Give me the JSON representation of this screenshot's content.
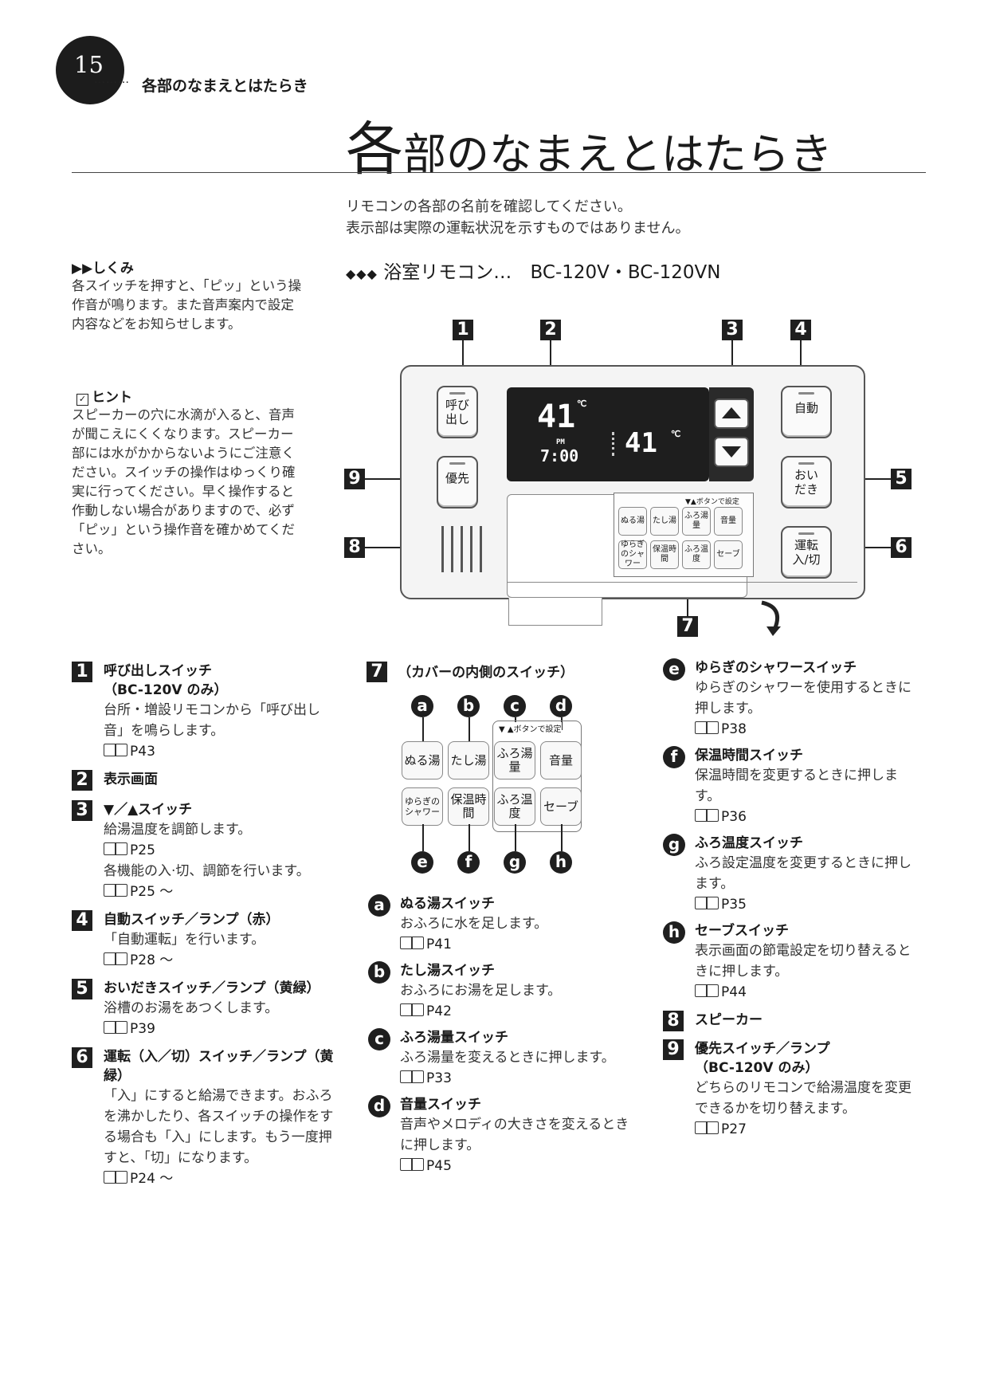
{
  "header": {
    "page_number": "15",
    "dots": "………",
    "section_name": "各部のなまえとはたらき",
    "title_first": "各",
    "title_rest": "部のなまえとはたらき",
    "intro_lines": [
      "リモコンの各部の名前を確認してください。",
      "表示部は実際の運転状況を示すものではありません。"
    ]
  },
  "side": {
    "mechanism_marker": "▶▶",
    "mechanism_title": "しくみ",
    "mechanism_body": "各スイッチを押すと、「ピッ」という操作音が鳴ります。また音声案内で設定内容などをお知らせします。",
    "hint_icon": "✓",
    "hint_title": "ヒント",
    "hint_body": "スピーカーの穴に水滴が入ると、音声が聞こえにくくなります。スピーカー部には水がかからないようにご注意ください。スイッチの操作はゆっくり確実に行ってください。早く操作すると作動しない場合がありますので、必ず「ピッ」という操作音を確かめてください。"
  },
  "model": {
    "diamonds": "◆◆◆",
    "label": "浴室リモコン…",
    "models": "BC-120V・BC-120VN"
  },
  "diagram": {
    "labels": [
      "1",
      "2",
      "3",
      "4",
      "5",
      "6",
      "7",
      "8",
      "9"
    ],
    "btn_yobidashi": "呼び出し",
    "btn_yusen": "優先",
    "btn_jido": "自動",
    "btn_oidaki": "おいだき",
    "btn_unten": "運転入/切",
    "display_temp_main": "41",
    "display_unit": "℃",
    "display_pm": "PM",
    "display_time": "7:00",
    "display_temp_sub": "41",
    "cover_note": "▼▲ボタンで設定",
    "mini_buttons": [
      "ぬる湯",
      "たし湯",
      "ふろ湯量",
      "音量",
      "ゆらぎのシャワー",
      "保温時間",
      "ふろ温度",
      "セーブ"
    ]
  },
  "cover_section": {
    "num": "7",
    "title": "（カバーの内側のスイッチ）",
    "letters": [
      "a",
      "b",
      "c",
      "d",
      "e",
      "f",
      "g",
      "h"
    ],
    "note": "▼ ▲ボタンで設定",
    "buttons": [
      "ぬる湯",
      "たし湯",
      "ふろ湯量",
      "音量",
      "ゆらぎのシャワー",
      "保温時間",
      "ふろ温度",
      "セーブ"
    ]
  },
  "items_left": [
    {
      "num": "1",
      "title": "呼び出しスイッチ\n（BC-120V のみ）",
      "desc": "台所・増設リモコンから「呼び出し音」を鳴らします。",
      "refs": [
        "P43"
      ]
    },
    {
      "num": "2",
      "title": "表示画面",
      "desc": "",
      "refs": []
    },
    {
      "num": "3",
      "title": "▼／▲スイッチ",
      "desc": "給湯温度を調節します。",
      "refs": [
        "P25"
      ],
      "desc2": "各機能の入·切、調節を行います。",
      "refs2": [
        "P25 ～"
      ]
    },
    {
      "num": "4",
      "title": "自動スイッチ／ランプ（赤）",
      "desc": "「自動運転」を行います。",
      "refs": [
        "P28 ～"
      ]
    },
    {
      "num": "5",
      "title": "おいだきスイッチ／ランプ（黄緑）",
      "desc": "浴槽のお湯をあつくします。",
      "refs": [
        "P39"
      ]
    },
    {
      "num": "6",
      "title": "運転（入／切）スイッチ／ランプ（黄緑）",
      "desc": "「入」にすると給湯できます。おふろを沸かしたり、各スイッチの操作をする場合も「入」にします。もう一度押すと、「切」になります。",
      "refs": [
        "P24 ～"
      ]
    }
  ],
  "items_mid": [
    {
      "letter": "a",
      "title": "ぬる湯スイッチ",
      "desc": "おふろに水を足します。",
      "ref": "P41"
    },
    {
      "letter": "b",
      "title": "たし湯スイッチ",
      "desc": "おふろにお湯を足します。",
      "ref": "P42"
    },
    {
      "letter": "c",
      "title": "ふろ湯量スイッチ",
      "desc": "ふろ湯量を変えるときに押します。",
      "ref": "P33"
    },
    {
      "letter": "d",
      "title": "音量スイッチ",
      "desc": "音声やメロディの大きさを変えるときに押します。",
      "ref": "P45"
    }
  ],
  "items_right": [
    {
      "letter": "e",
      "title": "ゆらぎのシャワースイッチ",
      "desc": "ゆらぎのシャワーを使用するときに押します。",
      "ref": "P38"
    },
    {
      "letter": "f",
      "title": "保温時間スイッチ",
      "desc": "保温時間を変更するときに押します。",
      "ref": "P36"
    },
    {
      "letter": "g",
      "title": "ふろ温度スイッチ",
      "desc": "ふろ設定温度を変更するときに押します。",
      "ref": "P35"
    },
    {
      "letter": "h",
      "title": "セーブスイッチ",
      "desc": "表示画面の節電設定を切り替えるときに押します。",
      "ref": "P44"
    }
  ],
  "items_right_num": [
    {
      "num": "8",
      "title": "スピーカー",
      "desc": "",
      "ref": ""
    },
    {
      "num": "9",
      "title": "優先スイッチ／ランプ\n（BC-120V のみ）",
      "desc": "どちらのリモコンで給湯温度を変更できるかを切り替えます。",
      "ref": "P27"
    }
  ]
}
